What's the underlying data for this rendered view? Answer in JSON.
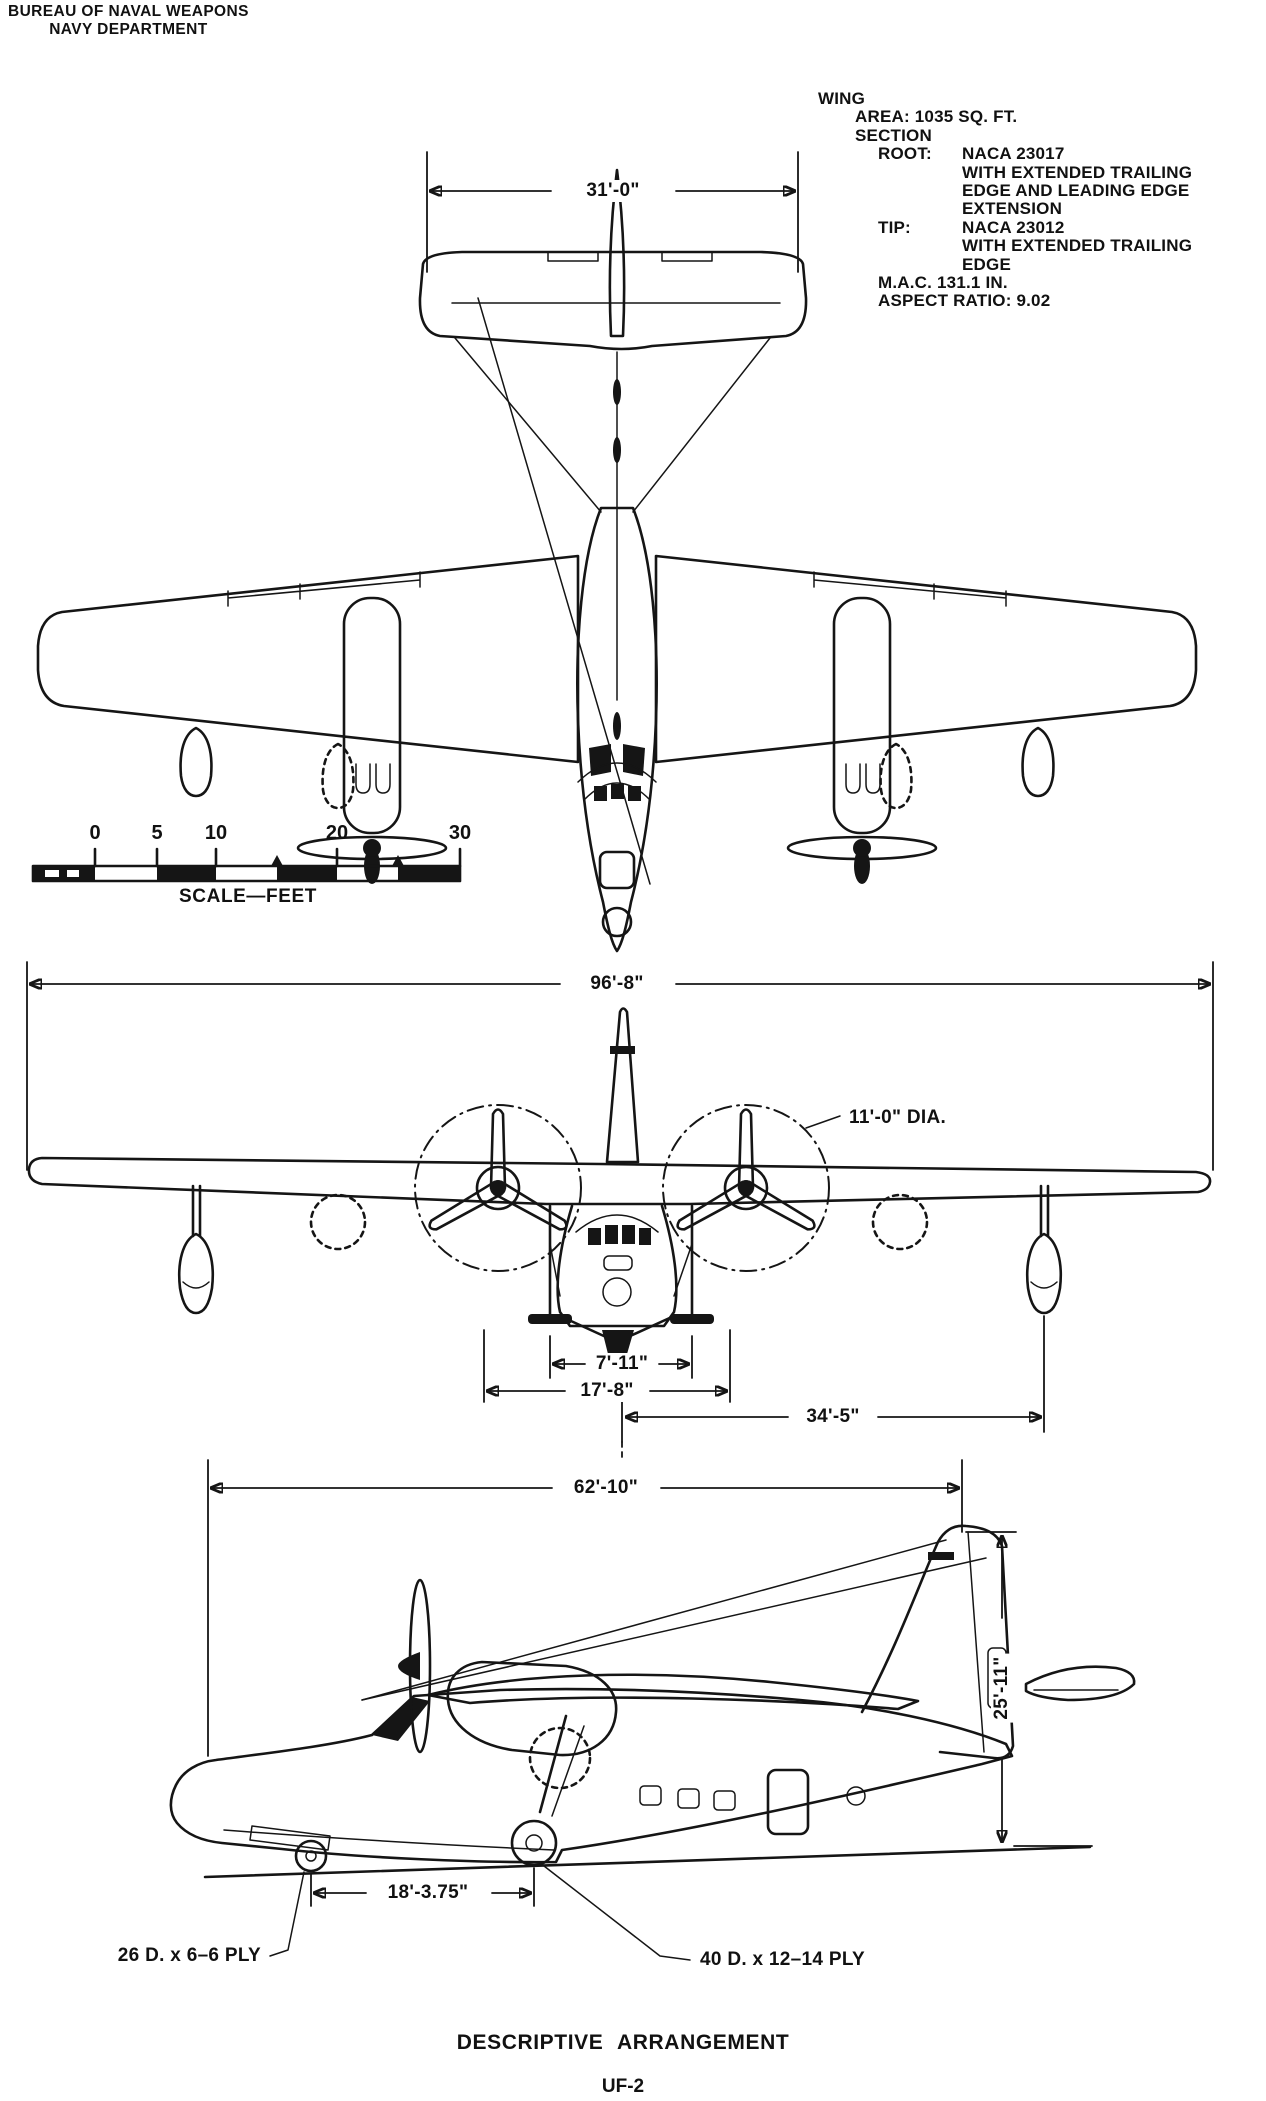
{
  "header": {
    "line1": "BUREAU OF NAVAL WEAPONS",
    "line2": "NAVY DEPARTMENT"
  },
  "wing_specs": {
    "title": "WING",
    "area": "AREA: 1035 SQ. FT.",
    "section": "SECTION",
    "root_label": "ROOT:",
    "root_lines": [
      "NACA 23017",
      "WITH EXTENDED TRAILING",
      "EDGE AND LEADING EDGE",
      "EXTENSION"
    ],
    "tip_label": "TIP:",
    "tip_lines": [
      "NACA 23012",
      "WITH EXTENDED TRAILING",
      "EDGE"
    ],
    "mac": "M.A.C. 131.1 IN.",
    "aspect_ratio": "ASPECT RATIO: 9.02"
  },
  "scale_bar": {
    "ticks": [
      "0",
      "5",
      "10",
      "20",
      "30"
    ],
    "label": "SCALE—FEET"
  },
  "dimensions": {
    "tailplane_span": "31'-0\"",
    "wingspan": "96'-8\"",
    "propeller_diameter": "11'-0\" DIA.",
    "gear_track": "7'-11\"",
    "outer_track": "17'-8\"",
    "float_distance": "34'-5\"",
    "overall_length": "62'-10\"",
    "overall_height": "25'-11\"",
    "wheelbase": "18'-3.75\""
  },
  "tires": {
    "nose": "26 D. x 6–6 PLY",
    "main": "40 D. x 12–14 PLY"
  },
  "title": {
    "line1": "DESCRIPTIVE ARRANGEMENT",
    "line2": "UF-2"
  }
}
